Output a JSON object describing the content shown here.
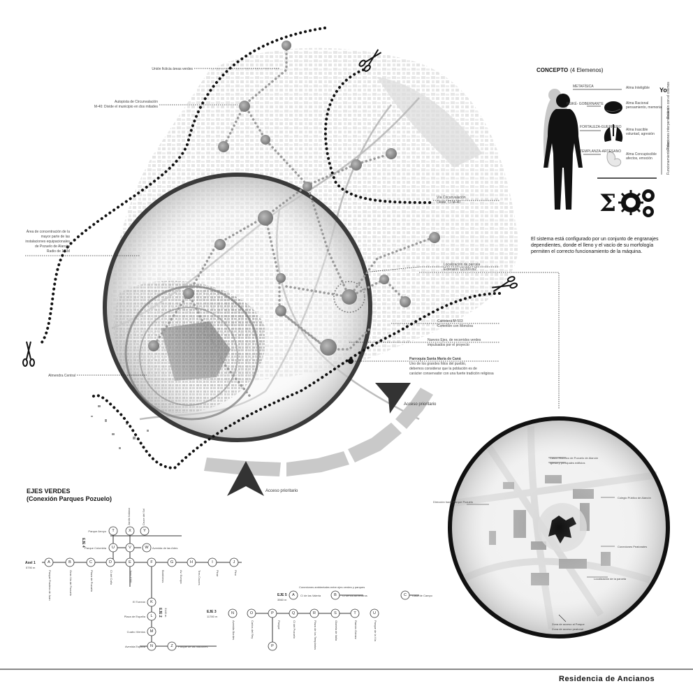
{
  "map_labels": {
    "union": "Unión ficticia áreas verdes",
    "autopista_1": "Autopista de Circunvalación",
    "autopista_2": "M-40: Divide el municipio en dos mitades",
    "area_1": "Área de concentración de la",
    "area_2": "mayor parte de las",
    "area_3": "instalaciones equipacionales",
    "area_4": "de Pozuelo de Alarcón",
    "area_5": "Radio de 1 KM",
    "almendra": "Almendra Central",
    "via_1": "Vía Circunvalación",
    "via_2": "Oeste, C/ M-40",
    "parcela_1": "Localización de parcela",
    "parcela_2": "Extensión 12,000 m2",
    "carretera_1": "Carretera M-503",
    "carretera_2": "Conexión con Moncloa",
    "nuevos_1": "Nuevos Ejes, de recorridos verdes",
    "nuevos_2": "impulsados por el proyecto",
    "parroquia_1": "Parroquia Santa María de Caná",
    "parroquia_2": "Uno de los grandes hitos del pueblo,",
    "parroquia_3": "debemos considerar que la población es de",
    "parroquia_4": "carácter conservador con una fuerte tradición religiosa",
    "acceso_1": "Acceso prioritario",
    "acceso_2": "Acceso prioritario"
  },
  "concept": {
    "title": "CONCEPTO",
    "subtitle": "(4 Elemenos)",
    "yo": "Yo",
    "levels": [
      {
        "left": "METAFÍSICA",
        "right": "Alma Inteligible"
      },
      {
        "left": "PSIKÉ- GOBERNANTE",
        "right": "Alma Racional",
        "note": "pensamiento, memoria"
      },
      {
        "left": "FORTALEZA-GUERRERO",
        "right": "Alma Irascible",
        "note": "voluntad, agresión"
      },
      {
        "left": "TEMPLANZA-ARTESANO",
        "right": "Alma Concupiscible",
        "note": "afectos, emoción"
      }
    ],
    "side_1": "Relación con el cosmos",
    "side_2": "Relaciones interpersonales",
    "side_3": "Funcionamiento físico",
    "sigma": "Σ",
    "desc_1": "El sistema está configurado por un conjunto de engranajes",
    "desc_2": "dependientes, donde el lleno y el vacío de su morfología",
    "desc_3": "permiten el correcto funcionamiento de la máquina."
  },
  "detail_labels": {
    "l1": "Casco Histórico de Pozuelo de Alarcón",
    "l2": "Iglesia y principales edificios",
    "l3": "Colegio Público de Alarcón",
    "l4": "Dirección hacia Parque Pozuelo",
    "l5": "Conexiones Peatonales",
    "l6": "Localización de la parcela",
    "l7": "Zona de acceso al Parque",
    "l8": "Zona de acceso peatonal"
  },
  "ejes": {
    "title_1": "EJES VERDES",
    "title_2": "(Conexión Parques Pozuelo)",
    "eje1_name": "Axel 1",
    "eje1_len": "5790 m",
    "eje1_stations": [
      {
        "letter": "A",
        "label": "Parque Pradera de Juan"
      },
      {
        "letter": "B",
        "label": "Gran Via de Pozuelo"
      },
      {
        "letter": "C",
        "label": "Plaza de Pozuelo"
      },
      {
        "letter": "D",
        "label": "C/ del Caño"
      },
      {
        "letter": "E",
        "label": "Juan XXIII"
      },
      {
        "letter": "F",
        "label": "Bomberos"
      },
      {
        "letter": "G",
        "label": "Av. Europa"
      },
      {
        "letter": "H",
        "label": "Tres Cruces"
      },
      {
        "letter": "I",
        "label": "Pinar"
      },
      {
        "letter": "J",
        "label": "Pino"
      }
    ],
    "eje4_name": "EJE 4",
    "eje4_stations": [
      {
        "letter": "T",
        "label": "Parque Arroyo"
      },
      {
        "letter": "U",
        "label": "Parque Colombia"
      },
      {
        "letter": "V",
        "label": "Avenida de las Artes"
      },
      {
        "letter": "W",
        "label": "Avenida de las Artes"
      },
      {
        "letter": "X",
        "label": "Jardín Italiano"
      },
      {
        "letter": "Y",
        "label": "Cruce del Sol"
      }
    ],
    "eje2_name": "EJE 2",
    "eje2_len": "3140 m",
    "eje2_stations": [
      {
        "letter": "K",
        "label": "El Torreón"
      },
      {
        "letter": "L",
        "label": "Plaza de España"
      },
      {
        "letter": "M",
        "label": "Cuatro Vientos"
      },
      {
        "letter": "N",
        "label": "Avenida España"
      },
      {
        "letter": "Z",
        "label": "Parque de las Naciones"
      }
    ],
    "eje3_name": "EJE 3",
    "eje3_len": "11780 m",
    "eje3_stations": [
      {
        "letter": "N",
        "label": "Avenida Bordes"
      },
      {
        "letter": "O",
        "label": "Carlos del Rey"
      },
      {
        "letter": "P",
        "label": "Parque"
      },
      {
        "letter": "Q",
        "label": "C/ del Pozuelo"
      },
      {
        "letter": "R",
        "label": "Plaza de los Templarios"
      },
      {
        "letter": "S",
        "label": "Glorieta de Italia"
      },
      {
        "letter": "T",
        "label": "Ramón Gómez"
      },
      {
        "letter": "U",
        "label": "Parque de la Vía"
      },
      {
        "letter": "P",
        "label": "Parque de Pozuelo"
      }
    ],
    "eje5_name": "EJE 5",
    "eje5_len": "3560 m",
    "eje5_note": "Conexiones ambientales entre ejes verdes y parques",
    "eje5_stations": [
      {
        "letter": "A",
        "label": "C/ de las Valeria"
      },
      {
        "letter": "B",
        "label": "C/ de los Almendros"
      },
      {
        "letter": "C",
        "label": "Casa de Campo"
      }
    ]
  },
  "footer": {
    "title": "Residencia de Ancianos"
  },
  "colors": {
    "ink": "#222222",
    "circle_stroke": "#333333",
    "grey_band": "#c8c8c8"
  }
}
